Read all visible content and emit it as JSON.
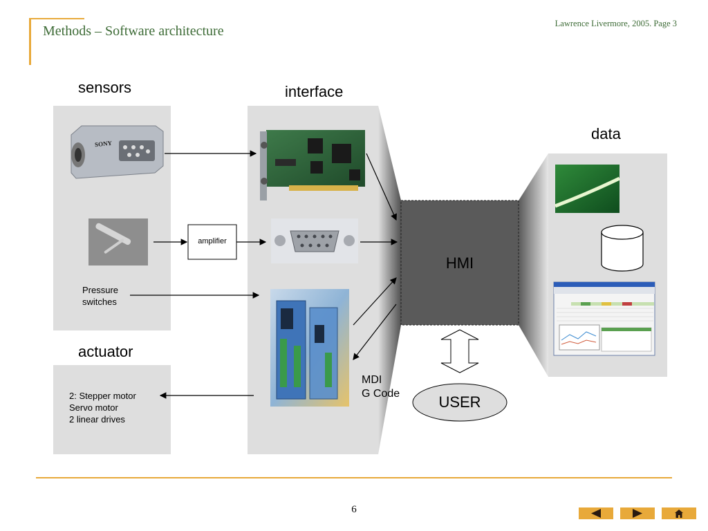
{
  "header": {
    "title": "Methods – Software architecture",
    "credit": "Lawrence Livermore, 2005. Page 3"
  },
  "diagram": {
    "sensors_label": "sensors",
    "interface_label": "interface",
    "data_label": "data",
    "actuator_label": "actuator",
    "amplifier_label": "amplifier",
    "pressure_label": "Pressure\nswitches",
    "actuator_items": "2: Stepper motor\nServo motor\n2 linear drives",
    "hmi_label": "HMI",
    "user_label": "USER",
    "mdi_label": "MDI\nG Code",
    "camera_brand": "SONY"
  },
  "footer": {
    "page_number": "6",
    "nav": [
      "previous",
      "next",
      "home"
    ]
  },
  "colors": {
    "accent": "#E8A93A",
    "title_green": "#3d6b36",
    "panel_gray": "#dedede",
    "hmi_gray": "#5a5a5a"
  }
}
